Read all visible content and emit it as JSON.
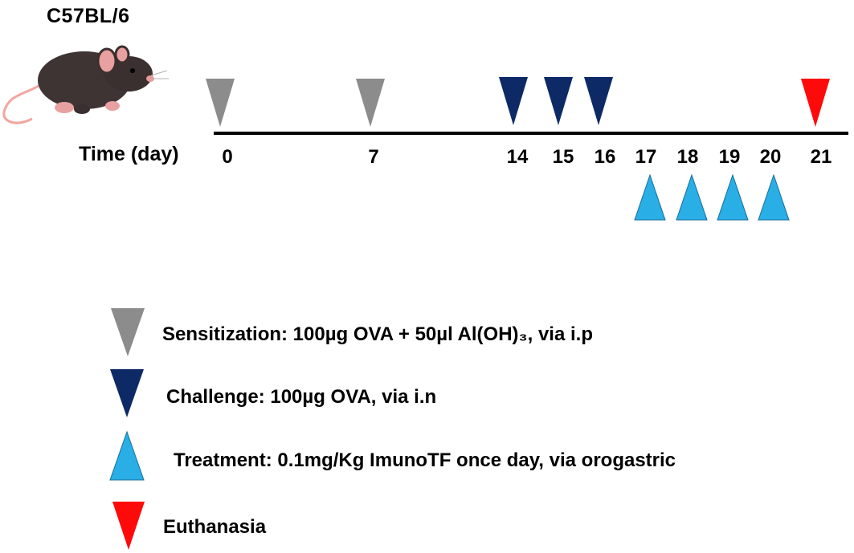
{
  "title": "C57BL/6",
  "axis_label": "Time (day)",
  "days": [
    "0",
    "7",
    "14",
    "15",
    "16",
    "17",
    "18",
    "19",
    "20",
    "21"
  ],
  "colors": {
    "sensitization": "#8c8c8c",
    "challenge": "#0d2a66",
    "treatment": "#29aee6",
    "euthanasia": "#ff0a0a"
  },
  "markers": {
    "sensitization_days": [
      "0",
      "7"
    ],
    "challenge_days": [
      "14",
      "15",
      "16"
    ],
    "treatment_days": [
      "17",
      "18",
      "19",
      "20"
    ],
    "euthanasia_days": [
      "21"
    ]
  },
  "legend": {
    "sensitization": "Sensitization: 100µg OVA + 50µl Al(OH)₃, via i.p",
    "challenge": "Challenge: 100µg OVA, via i.n",
    "treatment": "Treatment: 0.1mg/Kg ImunoTF once day, via orogastric",
    "euthanasia": "Euthanasia"
  },
  "icons": {
    "animal": "mouse-icon"
  }
}
